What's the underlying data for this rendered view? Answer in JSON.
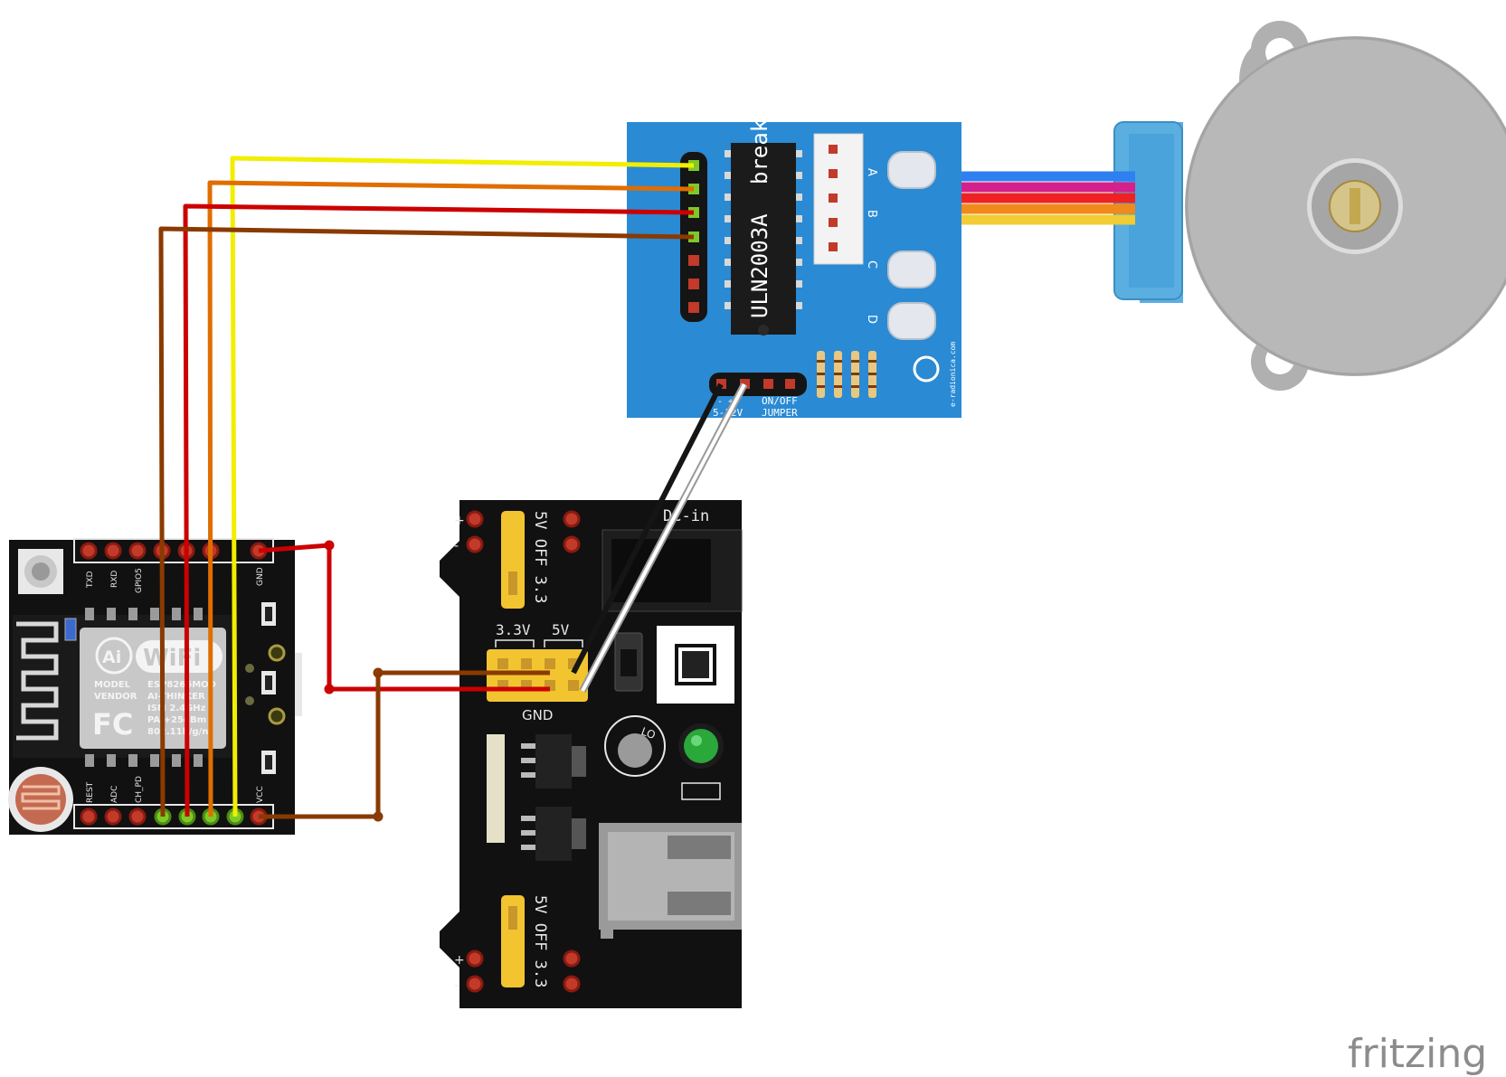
{
  "esp": {
    "pins_top": [
      "TXD",
      "RXD",
      "GPIO5",
      "GND"
    ],
    "pins_bottom": [
      "REST",
      "ADC",
      "CH_PD",
      "VCC"
    ],
    "logo": "Ai",
    "wifi": "WiFi",
    "model_label": "MODEL",
    "model_value": "ESP8266MOD",
    "vendor_label": "VENDOR",
    "vendor_value": "AI-THINKER",
    "ism": "ISM 2.4GHz",
    "pa": "PA +25dBm",
    "std": "802.11b/g/n",
    "fc": "FC"
  },
  "driver": {
    "chip": "ULN2003A",
    "chip_suffix": "break",
    "leds": [
      "A",
      "B",
      "C",
      "D"
    ],
    "power_label": "- +",
    "power_range": "5-12V",
    "jumper_label": "ON/OFF",
    "jumper_label2": "JUMPER",
    "brand": "e-radionica.com"
  },
  "power": {
    "top_label": "5V OFF 3.3",
    "bottom_label": "5V OFF 3.3",
    "v33": "3.3V",
    "v5": "5V",
    "gnd": "GND",
    "dc_in": "DC-in",
    "pot_label": "LO",
    "plus": "+",
    "minus": "-"
  },
  "watermark": "fritzing",
  "colors": {
    "yellow": "#f2ee00",
    "orange": "#e06d00",
    "red": "#cc0000",
    "brown": "#8a3a00",
    "black": "#151515",
    "white": "#ffffff",
    "board_blue": "#2a8ad4",
    "board_black": "#111111"
  }
}
